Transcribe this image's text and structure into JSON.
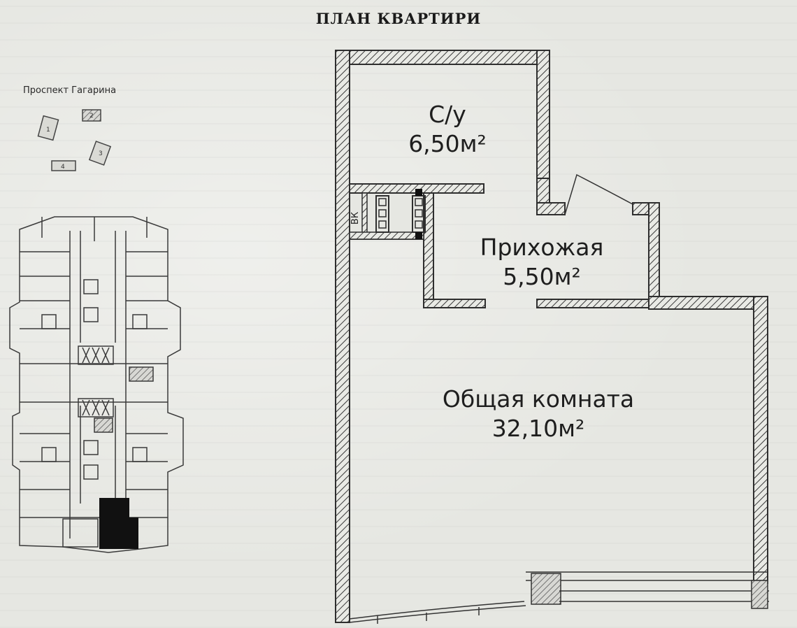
{
  "title": "ПЛАН КВАРТИРИ",
  "site_plan": {
    "street": "Проспект Гагарина",
    "buildings": [
      "1",
      "2",
      "3",
      "4"
    ]
  },
  "rooms": [
    {
      "name": "С/у",
      "area": "6,50м²"
    },
    {
      "name": "Прихожая",
      "area": "5,50м²"
    },
    {
      "name": "Общая комната",
      "area": "32,10м²"
    }
  ],
  "shaft_label": "ВК",
  "colors": {
    "paper": "#e6e7e2",
    "wall": "#3a3a3a",
    "highlight_unit": "#111111"
  }
}
